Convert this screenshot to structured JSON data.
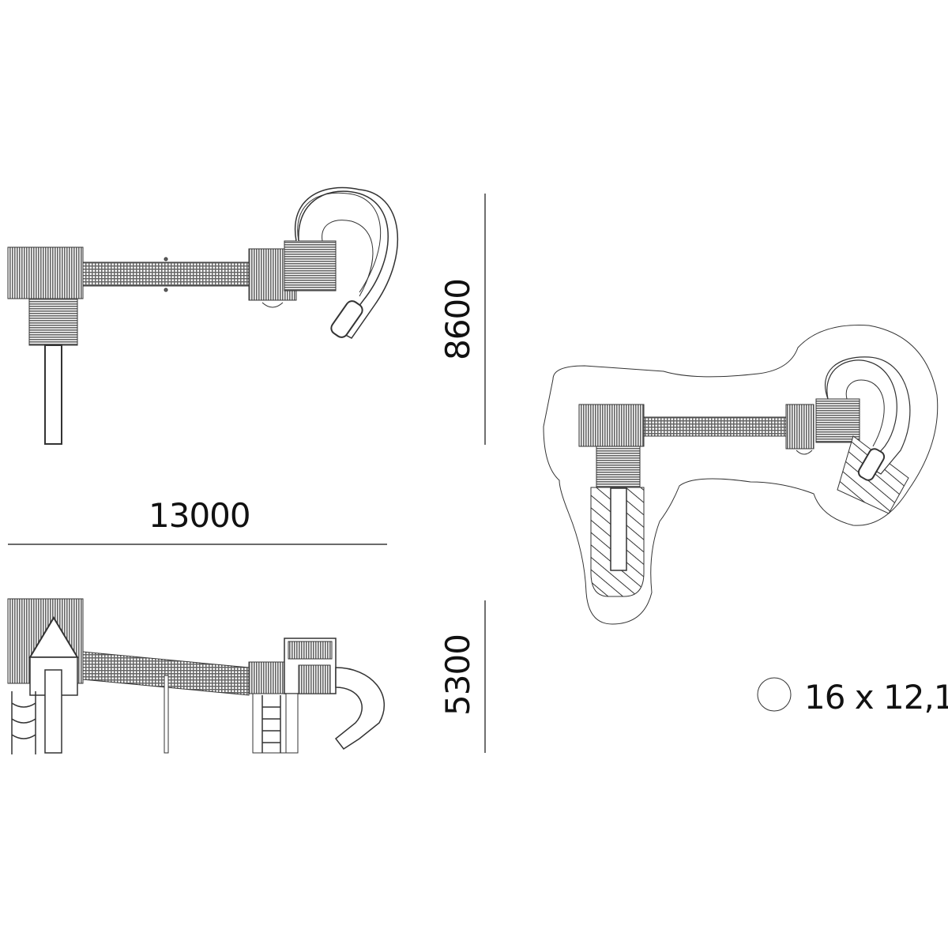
{
  "dimensions": {
    "length": "13000",
    "depth": "8600",
    "height": "5300"
  },
  "safety_area": {
    "label": "16 x 12,1",
    "icon": "circle-icon"
  },
  "colors": {
    "line": "#111111",
    "deck": "#666666"
  }
}
